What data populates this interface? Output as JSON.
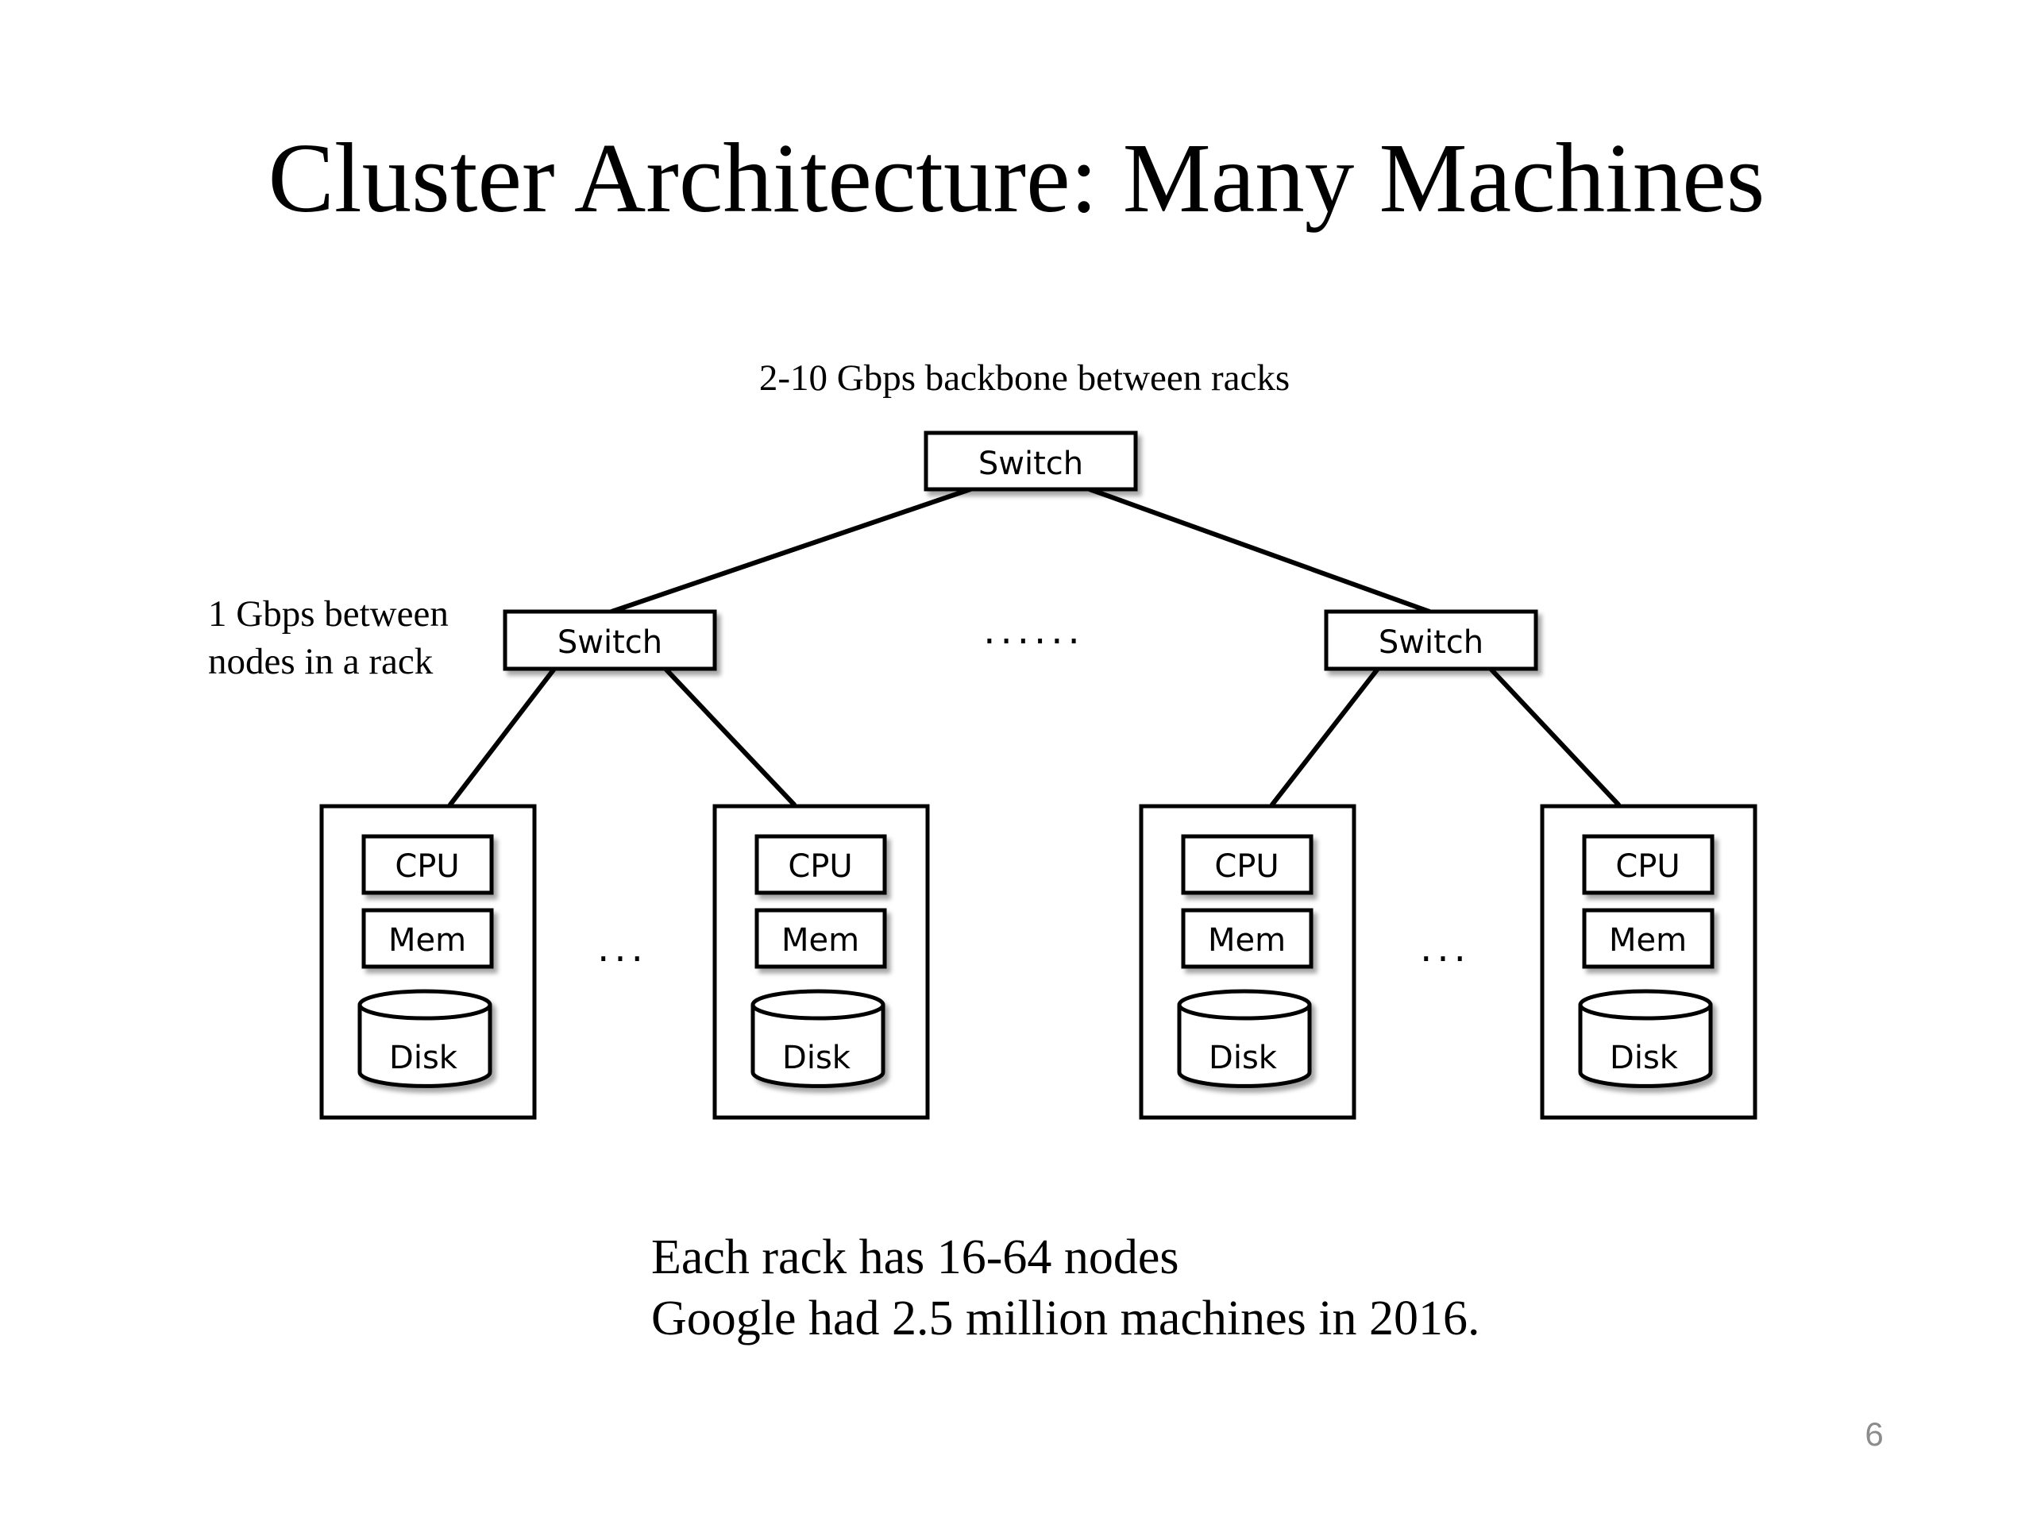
{
  "slide": {
    "title": "Cluster Architecture: Many Machines",
    "page_number": "6"
  },
  "labels": {
    "backbone": "2-10 Gbps backbone between racks",
    "rack_link_line1": "1 Gbps between",
    "rack_link_line2": "nodes in a rack"
  },
  "diagram": {
    "top_switch": "Switch",
    "rack_switches": [
      "Switch",
      "Switch"
    ],
    "between_racks_ellipsis": "......",
    "between_nodes_ellipsis": "...",
    "node_components": {
      "cpu": "CPU",
      "mem": "Mem",
      "disk": "Disk"
    },
    "node_count_shown": 4
  },
  "footer": {
    "line1": "Each rack has 16-64 nodes",
    "line2": "Google had 2.5 million machines in 2016."
  }
}
